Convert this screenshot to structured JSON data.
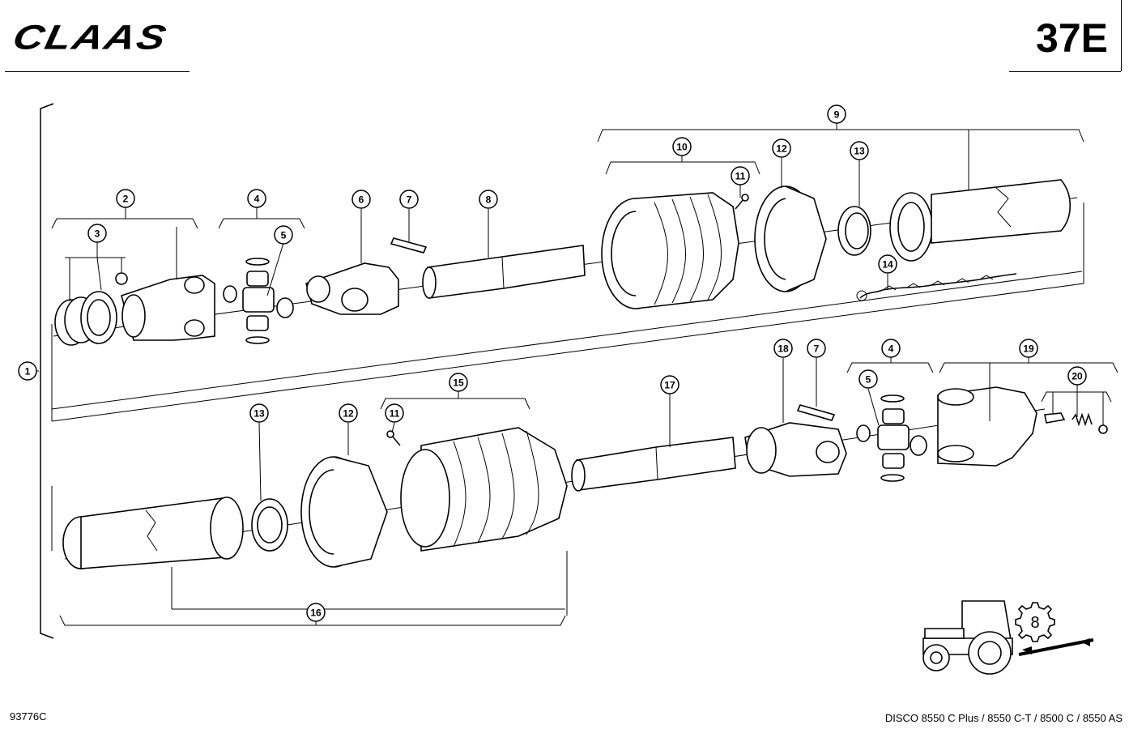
{
  "header": {
    "brand": "CLAAS",
    "page_number": "37E"
  },
  "footer": {
    "document_number": "93776C",
    "models": "DISCO 8550 C Plus / 8550 C-T / 8500 C / 8550 AS"
  },
  "callouts": [
    "1",
    "2",
    "3",
    "4",
    "5",
    "6",
    "7",
    "8",
    "9",
    "10",
    "11",
    "12",
    "13",
    "14",
    "15",
    "16",
    "17",
    "18",
    "19",
    "20"
  ],
  "tractor_badge": "8"
}
